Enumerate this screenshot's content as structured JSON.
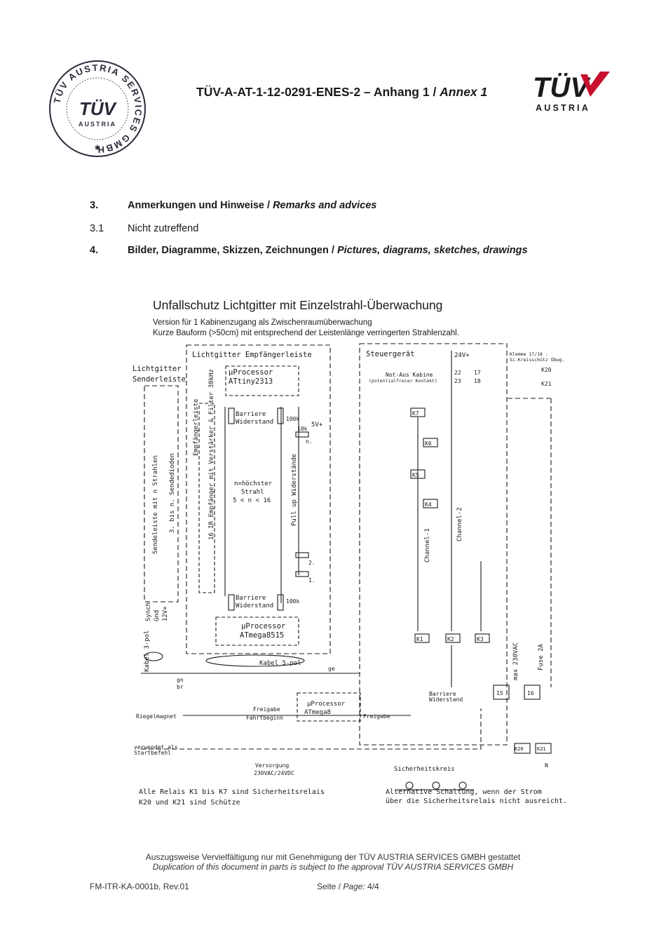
{
  "header": {
    "stamp": {
      "ring_text": "TÜV AUSTRIA SERVICES GMBH",
      "center_logo": "TÜV",
      "center_sub": "AUSTRIA",
      "icon": "stamp-seal-icon"
    },
    "title_main": "TÜV-A-AT-1-12-0291-ENES-2 – Anhang 1 / ",
    "title_italic": "Annex 1",
    "logo": {
      "text": "TÜV",
      "sub": "AUSTRIA",
      "accent_color": "#c8102e",
      "icon": "tuv-logo-icon"
    }
  },
  "sections": [
    {
      "num": "3.",
      "title_de": "Anmerkungen und Hinweise / ",
      "title_en": "Remarks and advices"
    },
    {
      "num": "3.1",
      "text": "Nicht zutreffend"
    },
    {
      "num": "4.",
      "title_de": "Bilder, Diagramme, Skizzen, Zeichnungen / ",
      "title_en": "Pictures, diagrams, sketches, drawings"
    }
  ],
  "diagram": {
    "title": "Unfallschutz Lichtgitter mit Einzelstrahl-Überwachung",
    "subtitle1": "Version für 1 Kabinenzugang als Zwischenraumüberwachung",
    "subtitle2": "Kurze Bauform (>50cm) mit entsprechend der Leistenlänge verringerten Strahlenzahl.",
    "labels": {
      "receiver_strip": "Lichtgitter Empfängerleiste",
      "sender": "Lichtgitter",
      "sender2": "Senderleiste",
      "uproc1": "µProcessor",
      "uproc1_model": "ATtiny2313",
      "barrier": "Barriere",
      "resistor": "Widerstand",
      "r100k": "100k",
      "r10k": "10k",
      "v5": "5V+",
      "n": "n.",
      "two": "2.",
      "one": "1.",
      "receiver_vert": "Empfängerleiste",
      "ir_receiver": "16 IR Empfänger mit Verstärker & Filter 38kHz",
      "highest_beam1": "n=höchster",
      "highest_beam2": "Strahl",
      "highest_beam3": "5 < n < 16",
      "pullup": "Pull up Widerstände",
      "sender_vert": "Sendeleiste mit n Strahlen",
      "sender_diodes": "3. bis n. Sendedioden",
      "uproc2": "µProcessor",
      "uproc2_model": "ATmega8515",
      "synch": "Synch",
      "gnd": "Gnd",
      "v12": "12V+",
      "cable3": "Kabel 3-pol",
      "cable5": "Kabel 5-pol",
      "controller": "Steuergerät",
      "v24": "24V+",
      "terminal_note1": "Klemme 17/18 :",
      "terminal_note2": "Si-Kreisschütz Übwg.",
      "emergency1": "Not-Aus Kabine",
      "emergency2": "(potentialfreier Kontakt)",
      "t22": "22",
      "t23": "23",
      "t17": "17",
      "t18": "18",
      "k20": "K20",
      "k21": "K21",
      "k7": "K7",
      "k6": "K6",
      "k5": "K5",
      "k4": "K4",
      "k3": "K3",
      "k2": "K2",
      "k1": "K1",
      "channel1": "Channel-1",
      "channel2": "Channel-2",
      "max230": "max 230VAC",
      "fuse": "Fuse 2A",
      "t15": "15",
      "t16": "16",
      "uproc3": "µProcessor",
      "uproc3_model": "ATmega8",
      "release": "Freigabe",
      "travel_start": "Fahrtbeginn",
      "release2": "Freigabe",
      "magnet": "Riegelmagnet",
      "used_as1": "verwendet als",
      "used_as2": "Startbefehl",
      "supply1": "Versorgung",
      "supply2": "230VAC/24VDC",
      "safety": "Sicherheitskreis",
      "n_label": "N",
      "note_left1": "Alle Relais K1 bis K7 sind Sicherheitsrelais",
      "note_left2": "K20 und K21 sind Schütze",
      "note_right1": "Alternative Schaltung, wenn der Strom",
      "note_right2": "über die Sicherheitsrelais nicht ausreicht.",
      "gn": "gn",
      "br": "br",
      "ge": "ge"
    }
  },
  "footer": {
    "line1": "Auszugsweise Vervielfältigung nur mit Genehmigung der TÜV AUSTRIA SERVICES GMBH gestattet",
    "line2": "Duplication of this document in parts is subject to the approval TÜV AUSTRIA SERVICES GMBH",
    "form": "FM-ITR-KA-0001b, Rev.01",
    "page_de": "Seite / ",
    "page_en": "Page:",
    "page_num": " 4/4"
  }
}
